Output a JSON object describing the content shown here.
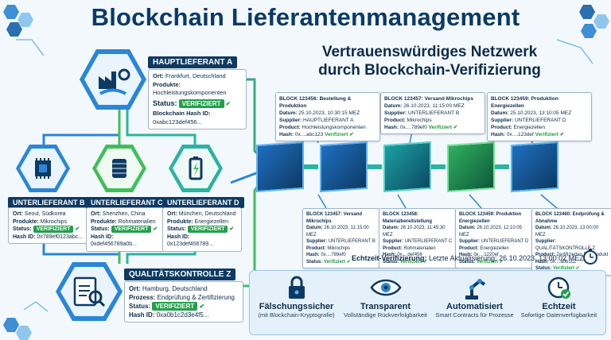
{
  "title": "Blockchain Lieferantenmanagement",
  "subtitle_line1": "Vertrauenswürdiges Netzwerk",
  "subtitle_line2": "durch Blockchain-Verifizierung",
  "labels": {
    "ort": "Ort:",
    "produkte": "Produkte:",
    "status": "Status:",
    "prozess": "Prozess:",
    "datum": "Datum:",
    "supplier": "Supplier:",
    "product": "Product:",
    "hash": "Hash:"
  },
  "main_supplier": {
    "name": "HAUPTLIEFERANT A",
    "ort": "Frankfurt, Deutschland",
    "produkte": "Hochleistungskomponenten",
    "status": "VERIFIZIERT",
    "hash_label": "Blockchain Hash ID:",
    "hash": "0xabc123def456..."
  },
  "sub_suppliers": [
    {
      "name": "UNTERLIEFERANT B",
      "ort": "Seoul, Südkorea",
      "produkte": "Mikrochips",
      "status": "VERIFIZIERT",
      "hash_label": "Hash ID:",
      "hash": "0x789ef0123abc..."
    },
    {
      "name": "UNTERLIEFERANT C",
      "ort": "Shenzhen, China",
      "produkte": "Rohmaterialien",
      "status": "VERIFIZIERT",
      "hash_label": "Hash ID:",
      "hash": "0xdef456789a0b..."
    },
    {
      "name": "UNTERLIEFERANT D",
      "ort": "München, Deutschland",
      "produkte": "Energiezellen",
      "status": "VERIFIZIERT",
      "hash_label": "Hash ID:",
      "hash": "0x123def456789..."
    }
  ],
  "quality": {
    "name": "QUALITÄTSKONTROLLE Z",
    "ort": "Hamburg, Deutschland",
    "prozess": "Endprüfung & Zertifizierung",
    "status": "VERIFIZIERT",
    "hash_label": "Hash ID:",
    "hash": "0xa0b1c2d3e4f5..."
  },
  "blocks_top": [
    {
      "title": "BLOCK 123456: Bestellung & Produktion",
      "datum": "25.10.2023, 10:30:15 MEZ",
      "supplier": "HAUPTLIEFERANT A",
      "product": "Hochleistungskomponenten",
      "hash": "0x....abc123",
      "status": "Verifiziert"
    },
    {
      "title": "BLOCK 123457: Versand Mikrochips",
      "datum": "26.10.2023, 11:15:00 MEZ",
      "supplier": "UNTERLIEFERANT B",
      "product": "Mikrochips",
      "hash": "0x....789ef0",
      "status": "Verifiziert"
    },
    {
      "title": "BLOCK 123459: Produktion Energiezellen",
      "datum": "25.10.2023, 13:10:05 MEZ",
      "supplier": "UNTERLIEFERANT D",
      "product": "Energiezellen",
      "hash": "0x....123def",
      "status": "Verifiziert"
    }
  ],
  "blocks_bottom": [
    {
      "title": "BLOCK 123457: Versand Mikrochips",
      "datum": "26.10.2023, 11:15:00 MEZ",
      "supplier": "UNTERLIEFERANT B",
      "product": "Mikrochips",
      "hash": "0x....789ef0",
      "status": "Verifiziert"
    },
    {
      "title": "BLOCK 123458: Materialbereitstellung",
      "datum": "26.10.2023, 11:45:30 MEZ",
      "supplier": "UNTERLIEFERANT C",
      "product": "Rohmaterialien",
      "hash": "0x....def456",
      "status": "Verifiziert"
    },
    {
      "title": "BLOCK 123459: Produktion Energiezellen",
      "datum": "26.10.2023, 12:10:05 MEZ",
      "supplier": "UNTERLIEFERANT D",
      "product": "Energiezellen",
      "hash": "0x....1220ef",
      "status": "Verifiziert"
    },
    {
      "title": "BLOCK 123460: Endprüfung & Abnahme",
      "datum": "26.10.2023, 13:00:00 MEZ",
      "supplier": "QUALITÄTSKONTROLLE Z",
      "product": "Zertifiziertes Endprodukt",
      "hash": "0x....a0b1c2",
      "status": "Verifiziert"
    }
  ],
  "realtime": {
    "label": "Echtzeit-Verifizierung:",
    "text": "Letzte Aktualisierung: 26.10.2023, 13:00:02 MEZ"
  },
  "features": [
    {
      "title": "Fälschungssicher",
      "sub": "(mit Blockchain-Kryptografie)",
      "icon": "lock-icon"
    },
    {
      "title": "Transparent",
      "sub": "Vollständige Rückverfolgbarkeit",
      "icon": "eye-icon"
    },
    {
      "title": "Automatisiert",
      "sub": "Smart Contracts für Prozesse",
      "icon": "robot-arm-icon"
    },
    {
      "title": "Echtzeit",
      "sub": "Sofortige Datenverfügbarkeit",
      "icon": "clock-check-icon"
    }
  ],
  "colors": {
    "navy": "#0d3a63",
    "green": "#22a04a",
    "teal": "#2bb3a3",
    "blue": "#2a86d6",
    "accent_green": "#3fbf5a"
  }
}
